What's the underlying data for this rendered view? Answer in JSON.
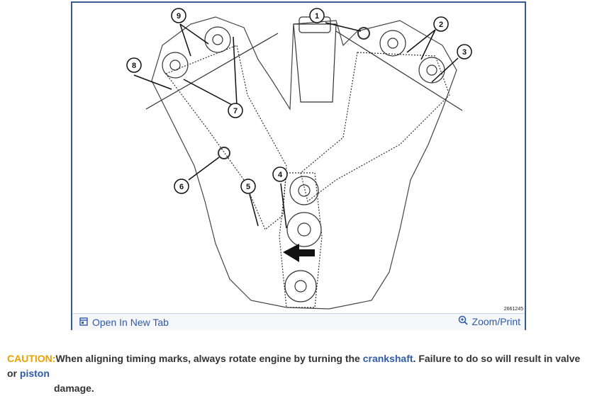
{
  "figure": {
    "figure_id": "2661245",
    "callouts": [
      "1",
      "2",
      "3",
      "4",
      "5",
      "6",
      "7",
      "8",
      "9"
    ],
    "toolbar": {
      "open_tab_label": "Open In New Tab",
      "zoom_print_label": "Zoom/Print",
      "open_tab_icon": "open-in-new-tab-icon",
      "zoom_icon": "zoom-magnifier-icon"
    }
  },
  "caution": {
    "label": "CAUTION:",
    "text_1": "When aligning timing marks, always rotate engine by turning the ",
    "link_crankshaft": "crankshaft",
    "text_2": ". Failure to do so will result in valve or ",
    "link_piston": "piston",
    "text_3": "damage."
  },
  "colors": {
    "frame_border": "#3b5a93",
    "link": "#2e5aa7",
    "caution_label": "#e8a200"
  }
}
